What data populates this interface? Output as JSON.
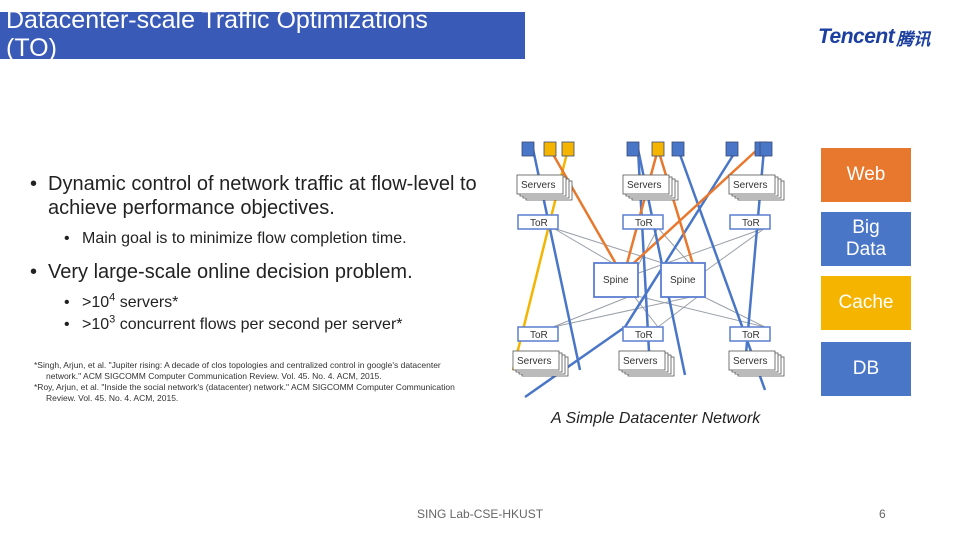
{
  "slide": {
    "title": "Datacenter-scale Traffic Optimizations\n(TO)",
    "logo_en": "Tencent",
    "logo_cn": "腾讯",
    "bullets": {
      "b1": "Dynamic control of network traffic at flow-level to achieve performance objectives.",
      "b1_sub": "Main goal is to minimize flow completion time.",
      "b2": "Very large-scale online decision problem.",
      "b2_sub1_pre": ">10",
      "b2_sub1_sup": "4",
      "b2_sub1_post": " servers*",
      "b2_sub2_pre": ">10",
      "b2_sub2_sup": "3",
      "b2_sub2_post": " concurrent flows per second per server*"
    },
    "references": [
      "*Singh, Arjun, et al. \"Jupiter rising: A decade of clos topologies and centralized control in google's datacenter network.\" ACM SIGCOMM Computer Communication Review. Vol. 45. No. 4. ACM, 2015.",
      "*Roy, Arjun, et al. \"Inside the social network's (datacenter) network.\" ACM SIGCOMM Computer Communication Review. Vol. 45. No. 4. ACM, 2015."
    ],
    "caption": "A Simple Datacenter Network",
    "footer_center": "SING Lab-CSE-HKUST",
    "page_number": "6"
  },
  "diagram": {
    "servers_label": "Servers",
    "tor_label": "ToR",
    "spine_label": "Spine"
  },
  "legend": [
    {
      "label": "Web",
      "color": "#e8782e"
    },
    {
      "label": "Big\nData",
      "color": "#4a76c8"
    },
    {
      "label": "Cache",
      "color": "#f4b400"
    },
    {
      "label": "DB",
      "color": "#4a76c8"
    }
  ]
}
